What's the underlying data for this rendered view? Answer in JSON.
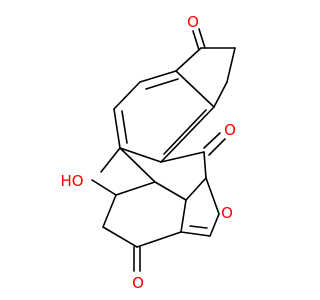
{
  "molecule": {
    "atoms": {
      "O1": {
        "symbol": "O",
        "color": "#ff0000"
      },
      "O2": {
        "symbol": "O",
        "color": "#ff0000"
      },
      "O3": {
        "symbol": "O",
        "color": "#ff0000"
      },
      "O4": {
        "symbol": "O",
        "color": "#ff0000"
      },
      "OH": {
        "symbol": "HO",
        "color": "#ff0000"
      }
    },
    "methyl_label": "Me"
  }
}
